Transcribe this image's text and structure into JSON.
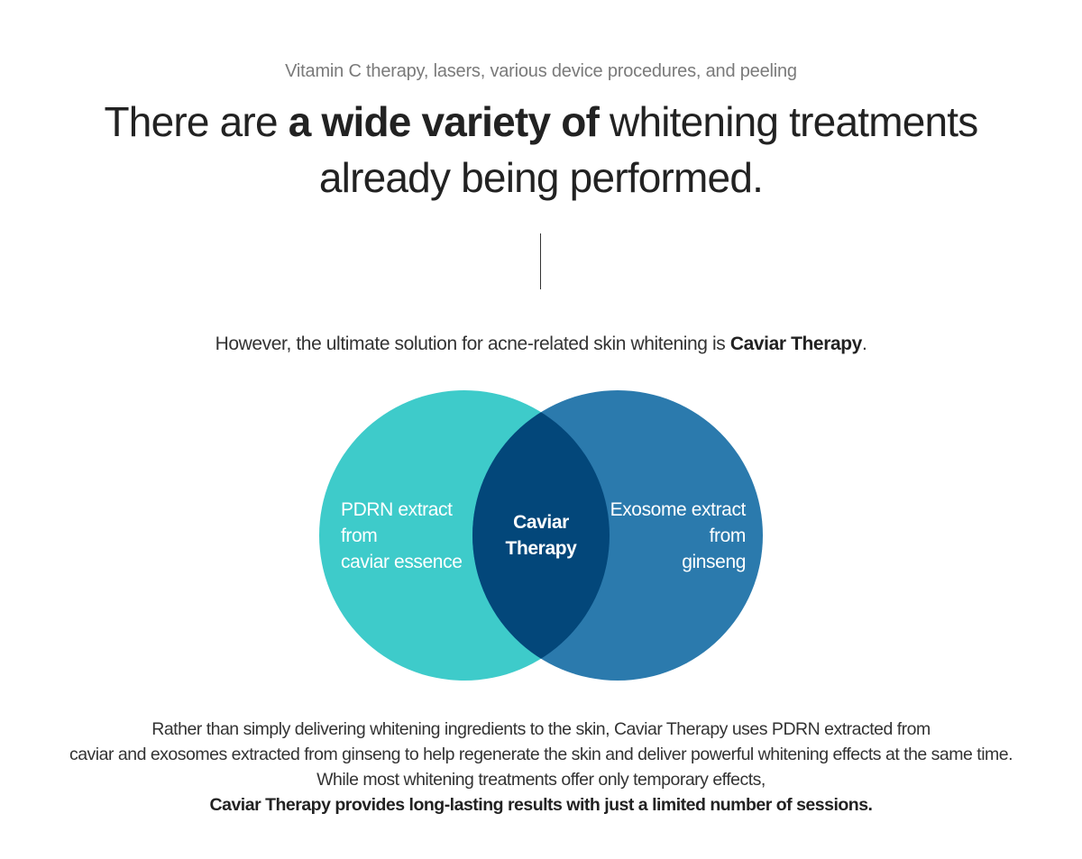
{
  "header": {
    "subtitle": "Vitamin C therapy, lasers, various device procedures, and peeling",
    "headline_part1": "There are ",
    "headline_bold": "a wide variety of",
    "headline_part2": " whitening treatments",
    "headline_line2": "already being performed."
  },
  "intro": {
    "text": "However, the ultimate solution for acne-related skin whitening is ",
    "bold": "Caviar Therapy",
    "end": "."
  },
  "venn": {
    "left_line1": "PDRN extract",
    "left_line2": "from",
    "left_line3": "caviar essence",
    "center_line1": "Caviar",
    "center_line2": "Therapy",
    "right_line1": "Exosome extract",
    "right_line2": "from",
    "right_line3": "ginseng",
    "colors": {
      "left": "#3ecbca",
      "right": "#2b7aad",
      "overlap": "#03477a"
    }
  },
  "body": {
    "line1": "Rather than simply delivering whitening ingredients to the skin, Caviar Therapy uses PDRN extracted from",
    "line2": "caviar and exosomes extracted from ginseng to help regenerate the skin and deliver powerful whitening effects at the same time.",
    "line3": "While most whitening treatments offer only temporary effects,",
    "line4": "Caviar Therapy provides long-lasting results with just a limited number of sessions."
  }
}
